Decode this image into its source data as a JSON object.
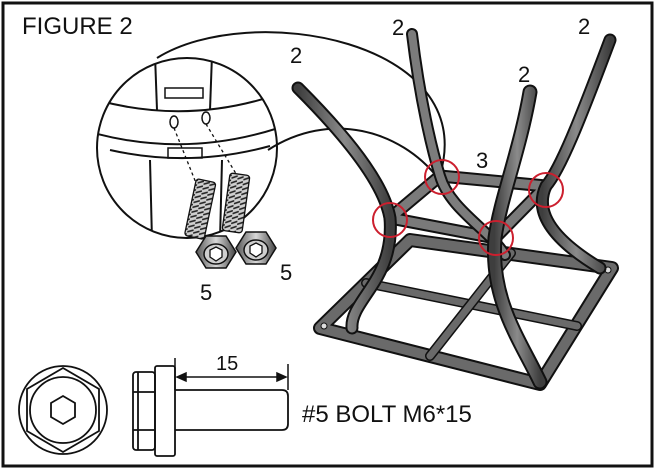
{
  "figure": {
    "title": "FIGURE 2",
    "part_labels": {
      "leg_front_left": "2",
      "leg_back_left": "2",
      "leg_back_right": "2",
      "leg_front_right": "2",
      "frame": "3",
      "bolt_left": "5",
      "bolt_right": "5"
    },
    "bolt_spec": {
      "dimension": "15",
      "label": "#5 BOLT M6*15"
    },
    "colors": {
      "frame_metal": "#5a5a5a",
      "callout_circle": "#cc1f2e",
      "outline": "#111111"
    }
  }
}
